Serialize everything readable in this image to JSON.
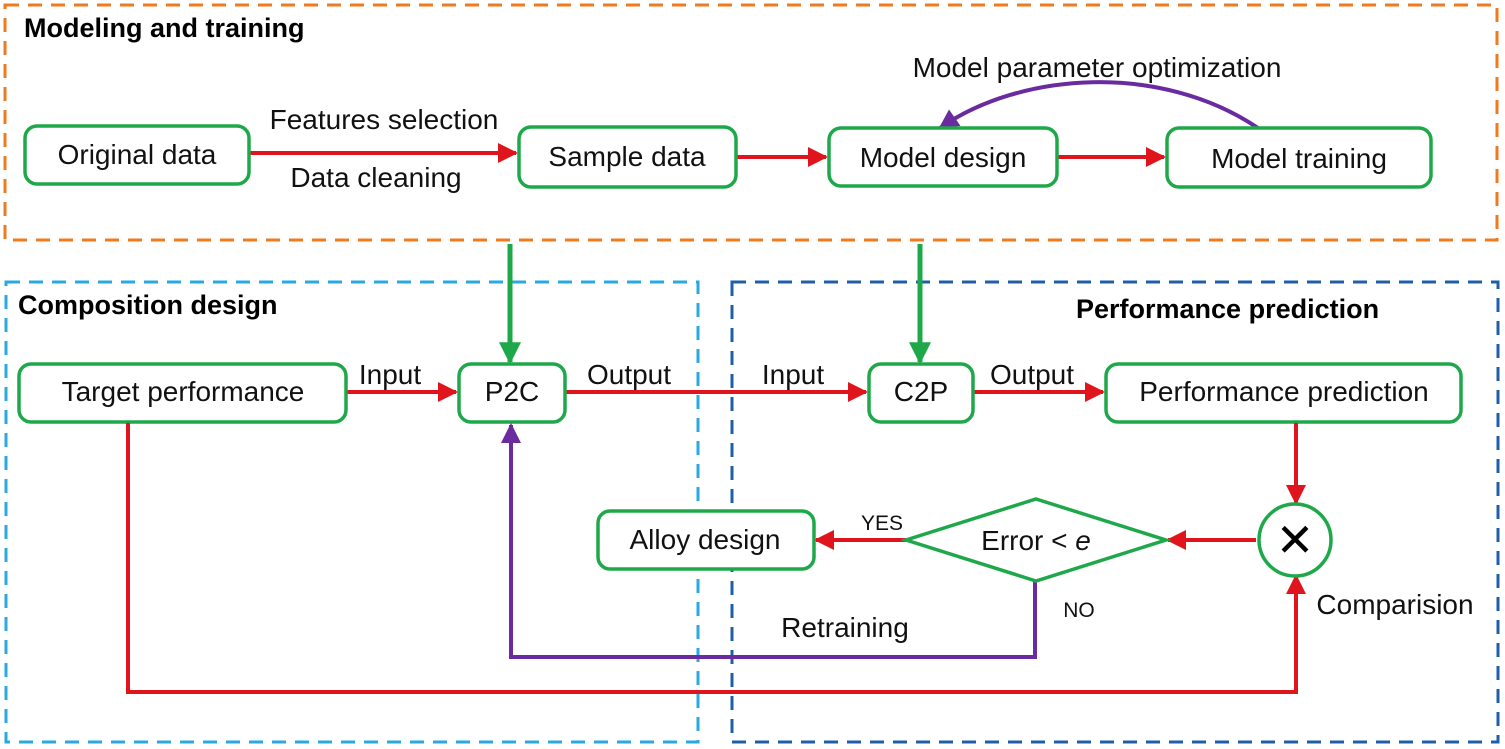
{
  "colors": {
    "module_top": "#f07a1e",
    "module_left": "#29a9df",
    "module_right": "#1f5fa8",
    "node_border": "#1ea84a",
    "flow_arrow": "#e0141c",
    "feedback_arrow": "#6a2aa0",
    "link_arrow": "#1ea84a"
  },
  "modules": {
    "modeling": "Modeling and training",
    "composition": "Composition design",
    "performance": "Performance prediction"
  },
  "nodes": {
    "original": "Original data",
    "sample": "Sample data",
    "design": "Model design",
    "training": "Model training",
    "target": "Target performance",
    "p2c": "P2C",
    "c2p": "C2P",
    "prediction": "Performance prediction",
    "alloy": "Alloy design",
    "error_prefix": "Error < ",
    "error_var": "e",
    "comparison_symbol": "✕"
  },
  "edge_labels": {
    "features": "Features selection",
    "cleaning": "Data cleaning",
    "optimization": "Model parameter optimization",
    "input_p2c": "Input",
    "output_p2c": "Output",
    "input_c2p": "Input",
    "output_c2p": "Output",
    "yes": "YES",
    "no": "NO",
    "retraining": "Retraining",
    "comparison": "Comparision"
  }
}
